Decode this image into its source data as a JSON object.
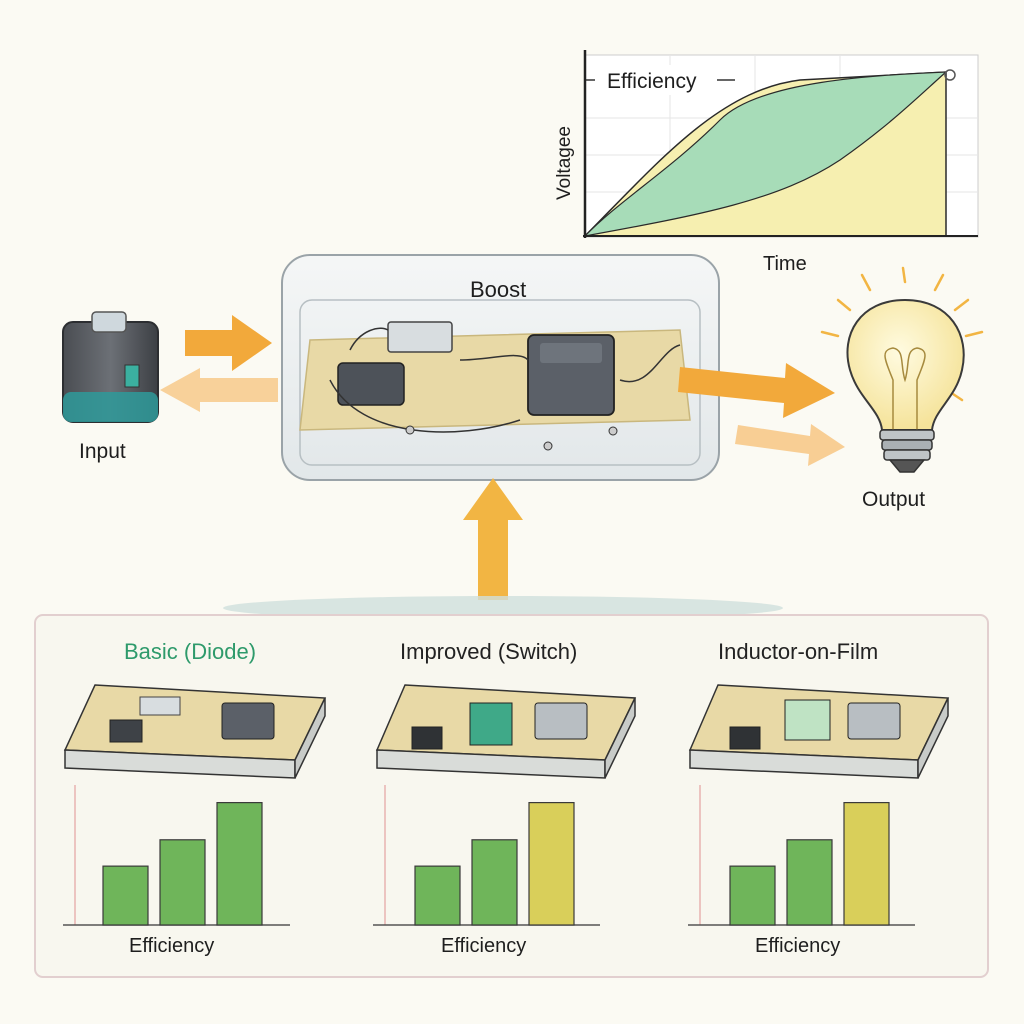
{
  "top_chart": {
    "title": "Efficiency",
    "xlabel": "Time",
    "ylabel": "Voltagee"
  },
  "converter": {
    "label": "Boost"
  },
  "input": {
    "label": "Input"
  },
  "output": {
    "label": "Output"
  },
  "variants": [
    {
      "title": "Basic (Diode)",
      "title_color": "#2e9a6b",
      "xlabel": "Efficiency",
      "bars": [
        0.38,
        0.55,
        0.79
      ],
      "bar_colors": [
        "#6fb55a",
        "#6fb55a",
        "#6fb55a"
      ]
    },
    {
      "title": "Improved (Switch)",
      "title_color": "#222222",
      "xlabel": "Efficiency",
      "bars": [
        0.38,
        0.55,
        0.79
      ],
      "bar_colors": [
        "#6fb55a",
        "#6fb55a",
        "#d9cf5a"
      ]
    },
    {
      "title": "Inductor-on-Film",
      "title_color": "#222222",
      "xlabel": "Efficiency",
      "bars": [
        0.38,
        0.55,
        0.79
      ],
      "bar_colors": [
        "#6fb55a",
        "#6fb55a",
        "#d9cf5a"
      ]
    }
  ],
  "colors": {
    "arrow": "#f2a93b",
    "curve_yellow": "#f6efb0",
    "curve_green": "#a7dcb8",
    "board": "#e8d9a6"
  }
}
